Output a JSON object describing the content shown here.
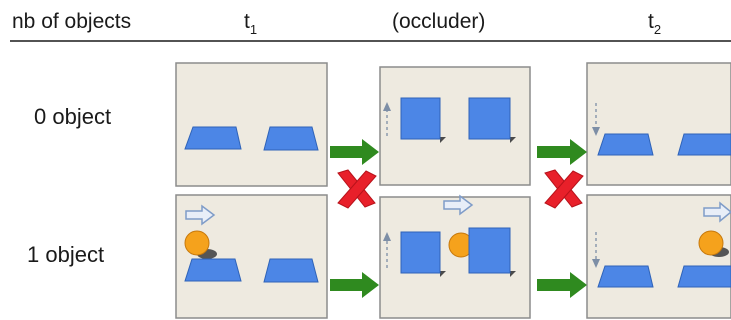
{
  "headers": {
    "col0": "nb of objects",
    "col1_main": "t",
    "col1_sub": "1",
    "col2": "(occluder)",
    "col3_main": "t",
    "col3_sub": "2"
  },
  "rows": [
    {
      "label": "0 object"
    },
    {
      "label": "1 object"
    }
  ],
  "icons": {
    "forward_arrow": "green-arrow-icon",
    "blocked_transition": "red-x-icon",
    "motion_direction": "right-arrow-icon",
    "screen_direction": "dashed-arrow-icon"
  },
  "colors": {
    "panel_bg": "#eeeae0",
    "panel_border": "#8c8c8c",
    "blue_shape": "#4c86e6",
    "ball": "#f5a21c",
    "green_arrow": "#2f8a1f",
    "red_x": "#e8202a"
  }
}
